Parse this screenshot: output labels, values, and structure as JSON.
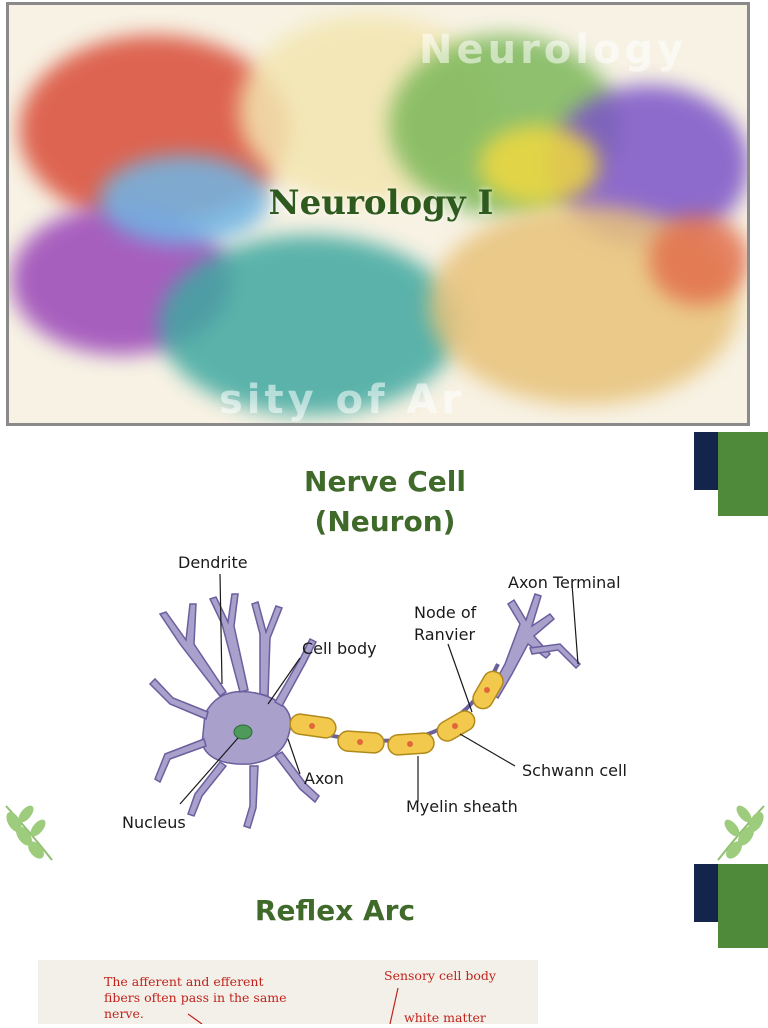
{
  "slides": [
    {
      "title": "Neurology I",
      "background_watermark_top": "Neurology",
      "background_watermark_bottom": "sity   of   Ar"
    },
    {
      "title_line1": "Nerve Cell",
      "title_line2": "(Neuron)",
      "diagram_labels": {
        "dendrite": "Dendrite",
        "cell_body": "Cell body",
        "node_of_ranvier_1": "Node of",
        "node_of_ranvier_2": "Ranvier",
        "axon_terminal": "Axon Terminal",
        "schwann_cell": "Schwann cell",
        "axon": "Axon",
        "myelin_sheath": "Myelin sheath",
        "nucleus": "Nucleus"
      }
    },
    {
      "title": "Reflex Arc",
      "diagram_labels": {
        "afferent_1": "The afferent and efferent",
        "afferent_2": "fibers often pass in the same",
        "afferent_3": "nerve.",
        "sensory_cell_body": "Sensory cell body",
        "white_matter": "white matter"
      }
    }
  ],
  "colors": {
    "title_green": "#3f6a2a",
    "accent_navy": "#13254a",
    "accent_green": "#4e8a3a",
    "neuron_fill": "#a9a0cc",
    "myelin_fill": "#f2c94c"
  }
}
